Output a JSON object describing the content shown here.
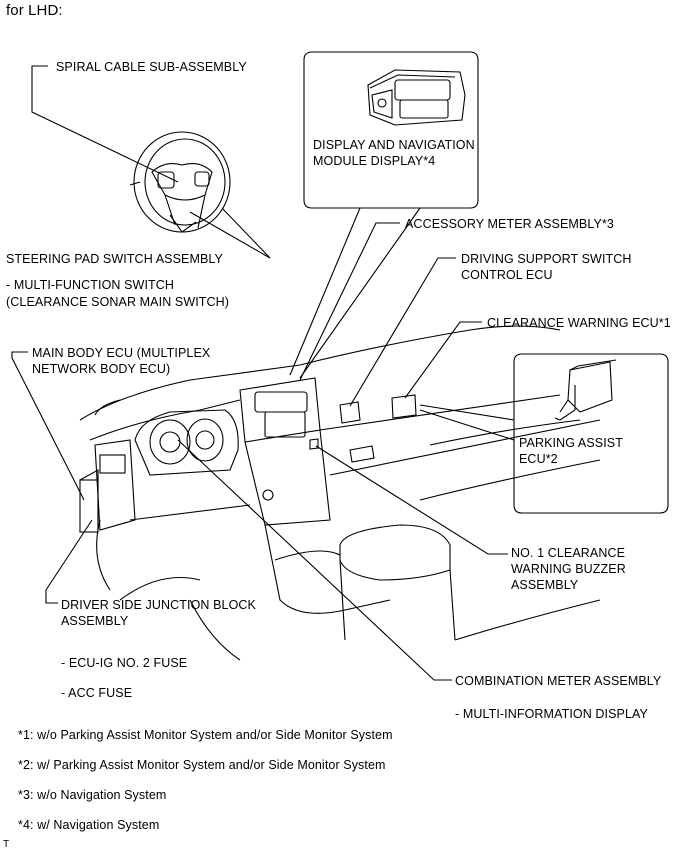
{
  "header": "for LHD:",
  "labels": {
    "spiral_cable": "SPIRAL CABLE SUB-ASSEMBLY",
    "steering_pad_switch": "STEERING PAD SWITCH ASSEMBLY",
    "multi_function_switch_1": "- MULTI-FUNCTION SWITCH",
    "multi_function_switch_2": "(CLEARANCE SONAR MAIN SWITCH)",
    "main_body_ecu_1": "MAIN BODY ECU (MULTIPLEX",
    "main_body_ecu_2": "NETWORK BODY ECU)",
    "display_nav_1": "DISPLAY AND NAVIGATION",
    "display_nav_2": "MODULE DISPLAY*4",
    "accessory_meter": "ACCESSORY METER ASSEMBLY*3",
    "driving_support_1": "DRIVING SUPPORT SWITCH",
    "driving_support_2": "CONTROL ECU",
    "clearance_warning_ecu": "CLEARANCE WARNING ECU*1",
    "parking_assist_1": "PARKING ASSIST",
    "parking_assist_2": "ECU*2",
    "buzzer_1": "NO. 1 CLEARANCE",
    "buzzer_2": "WARNING BUZZER",
    "buzzer_3": "ASSEMBLY",
    "junction_block_1": "DRIVER SIDE JUNCTION BLOCK",
    "junction_block_2": "ASSEMBLY",
    "ecu_ig_fuse": "- ECU-IG NO. 2 FUSE",
    "acc_fuse": "- ACC FUSE",
    "combination_meter": "COMBINATION METER ASSEMBLY",
    "multi_info_display": "- MULTI-INFORMATION DISPLAY"
  },
  "notes": [
    "*1: w/o Parking Assist Monitor System and/or Side Monitor System",
    "*2: w/ Parking Assist Monitor System and/or Side Monitor System",
    "*3: w/o Navigation System",
    "*4: w/ Navigation System"
  ],
  "footer_mark": "T"
}
